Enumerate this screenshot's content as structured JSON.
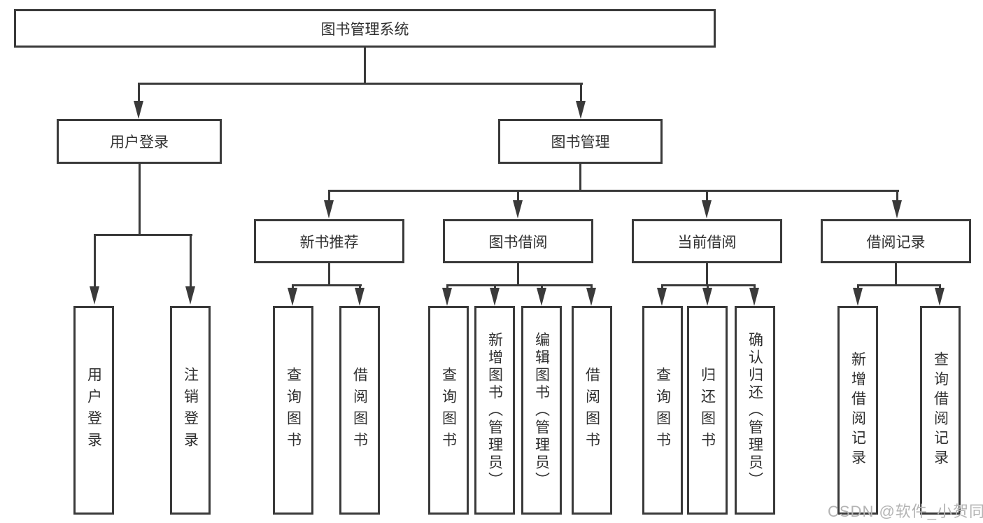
{
  "tree": {
    "label": "图书管理系统",
    "children": [
      {
        "label": "用户登录",
        "children": [
          {
            "label": "用户登录"
          },
          {
            "label": "注销登录"
          }
        ]
      },
      {
        "label": "图书管理",
        "children": [
          {
            "label": "新书推荐",
            "children": [
              {
                "label": "查询图书"
              },
              {
                "label": "借阅图书"
              }
            ]
          },
          {
            "label": "图书借阅",
            "children": [
              {
                "label": "查询图书"
              },
              {
                "label": "新增图书（管理员）"
              },
              {
                "label": "编辑图书（管理员）"
              },
              {
                "label": "借阅图书"
              }
            ]
          },
          {
            "label": "当前借阅",
            "children": [
              {
                "label": "查询图书"
              },
              {
                "label": "归还图书"
              },
              {
                "label": "确认归还（管理员）"
              }
            ]
          },
          {
            "label": "借阅记录",
            "children": [
              {
                "label": "新增借阅记录"
              },
              {
                "label": "查询借阅记录"
              }
            ]
          }
        ]
      }
    ]
  },
  "watermark": {
    "text": "CSDN @软件_小贺同学"
  },
  "colors": {
    "line": "#3a3a3a",
    "text": "#303030",
    "watermark": "#b4b4b4",
    "background": "#ffffff"
  }
}
